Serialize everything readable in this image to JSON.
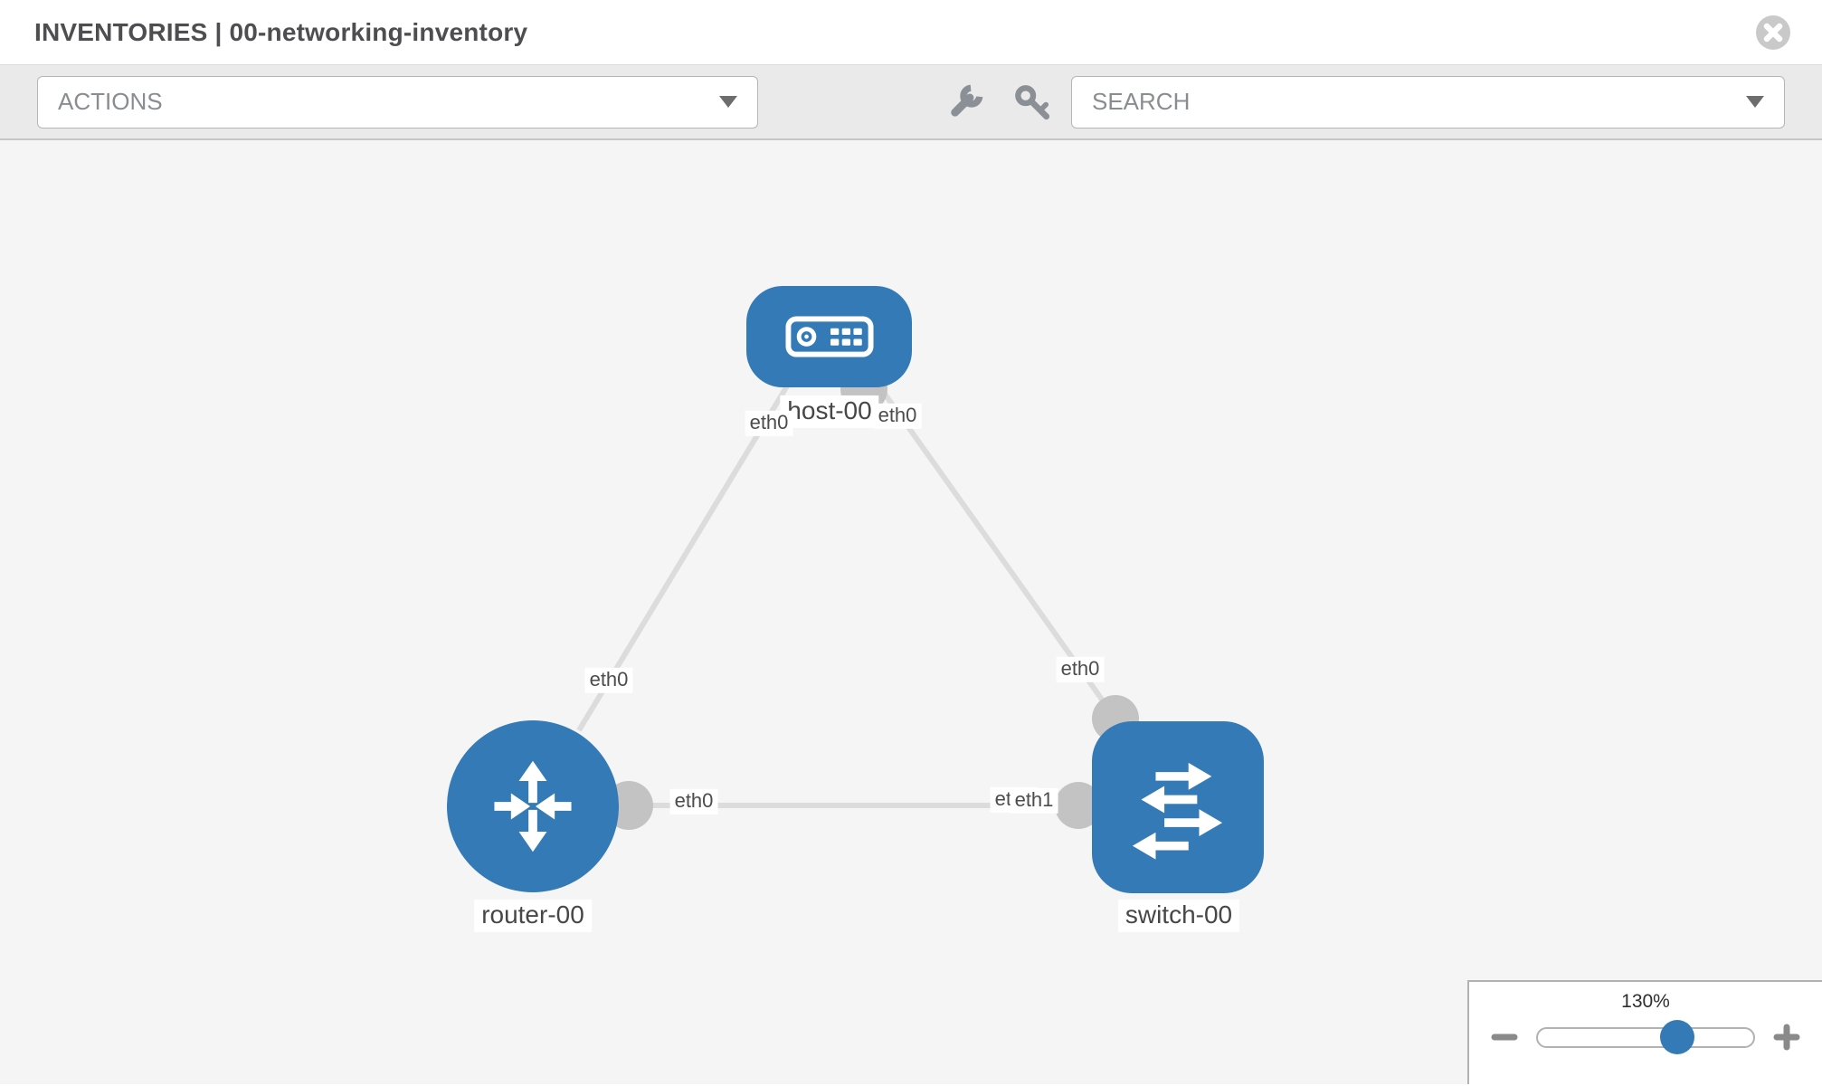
{
  "header": {
    "title": "INVENTORIES | 00-networking-inventory",
    "close_icon": "x-circle-icon"
  },
  "toolbar": {
    "actions_label": "ACTIONS",
    "search_placeholder": "SEARCH",
    "icons": [
      "wrench-icon",
      "key-icon"
    ]
  },
  "topology": {
    "nodes": [
      {
        "id": "host-00",
        "type": "host",
        "label": "host-00"
      },
      {
        "id": "router-00",
        "type": "router",
        "label": "router-00"
      },
      {
        "id": "switch-00",
        "type": "switch",
        "label": "switch-00"
      }
    ],
    "links": [
      {
        "from": "host-00",
        "from_interface": "eth0",
        "to": "router-00",
        "to_interface": "eth0"
      },
      {
        "from": "host-00",
        "from_interface": "eth0",
        "to": "switch-00",
        "to_interface": "eth0"
      },
      {
        "from": "router-00",
        "from_interface": "eth0",
        "to": "switch-00",
        "to_interface": "eth1"
      }
    ],
    "overlap_artifact_label": "eth1"
  },
  "zoom_control": {
    "value": "130%"
  },
  "colors": {
    "node_blue": "#337ab7",
    "link_gray": "#dcdcdc",
    "connector_gray": "#c3c3c3",
    "canvas_bg": "#f5f5f5"
  }
}
